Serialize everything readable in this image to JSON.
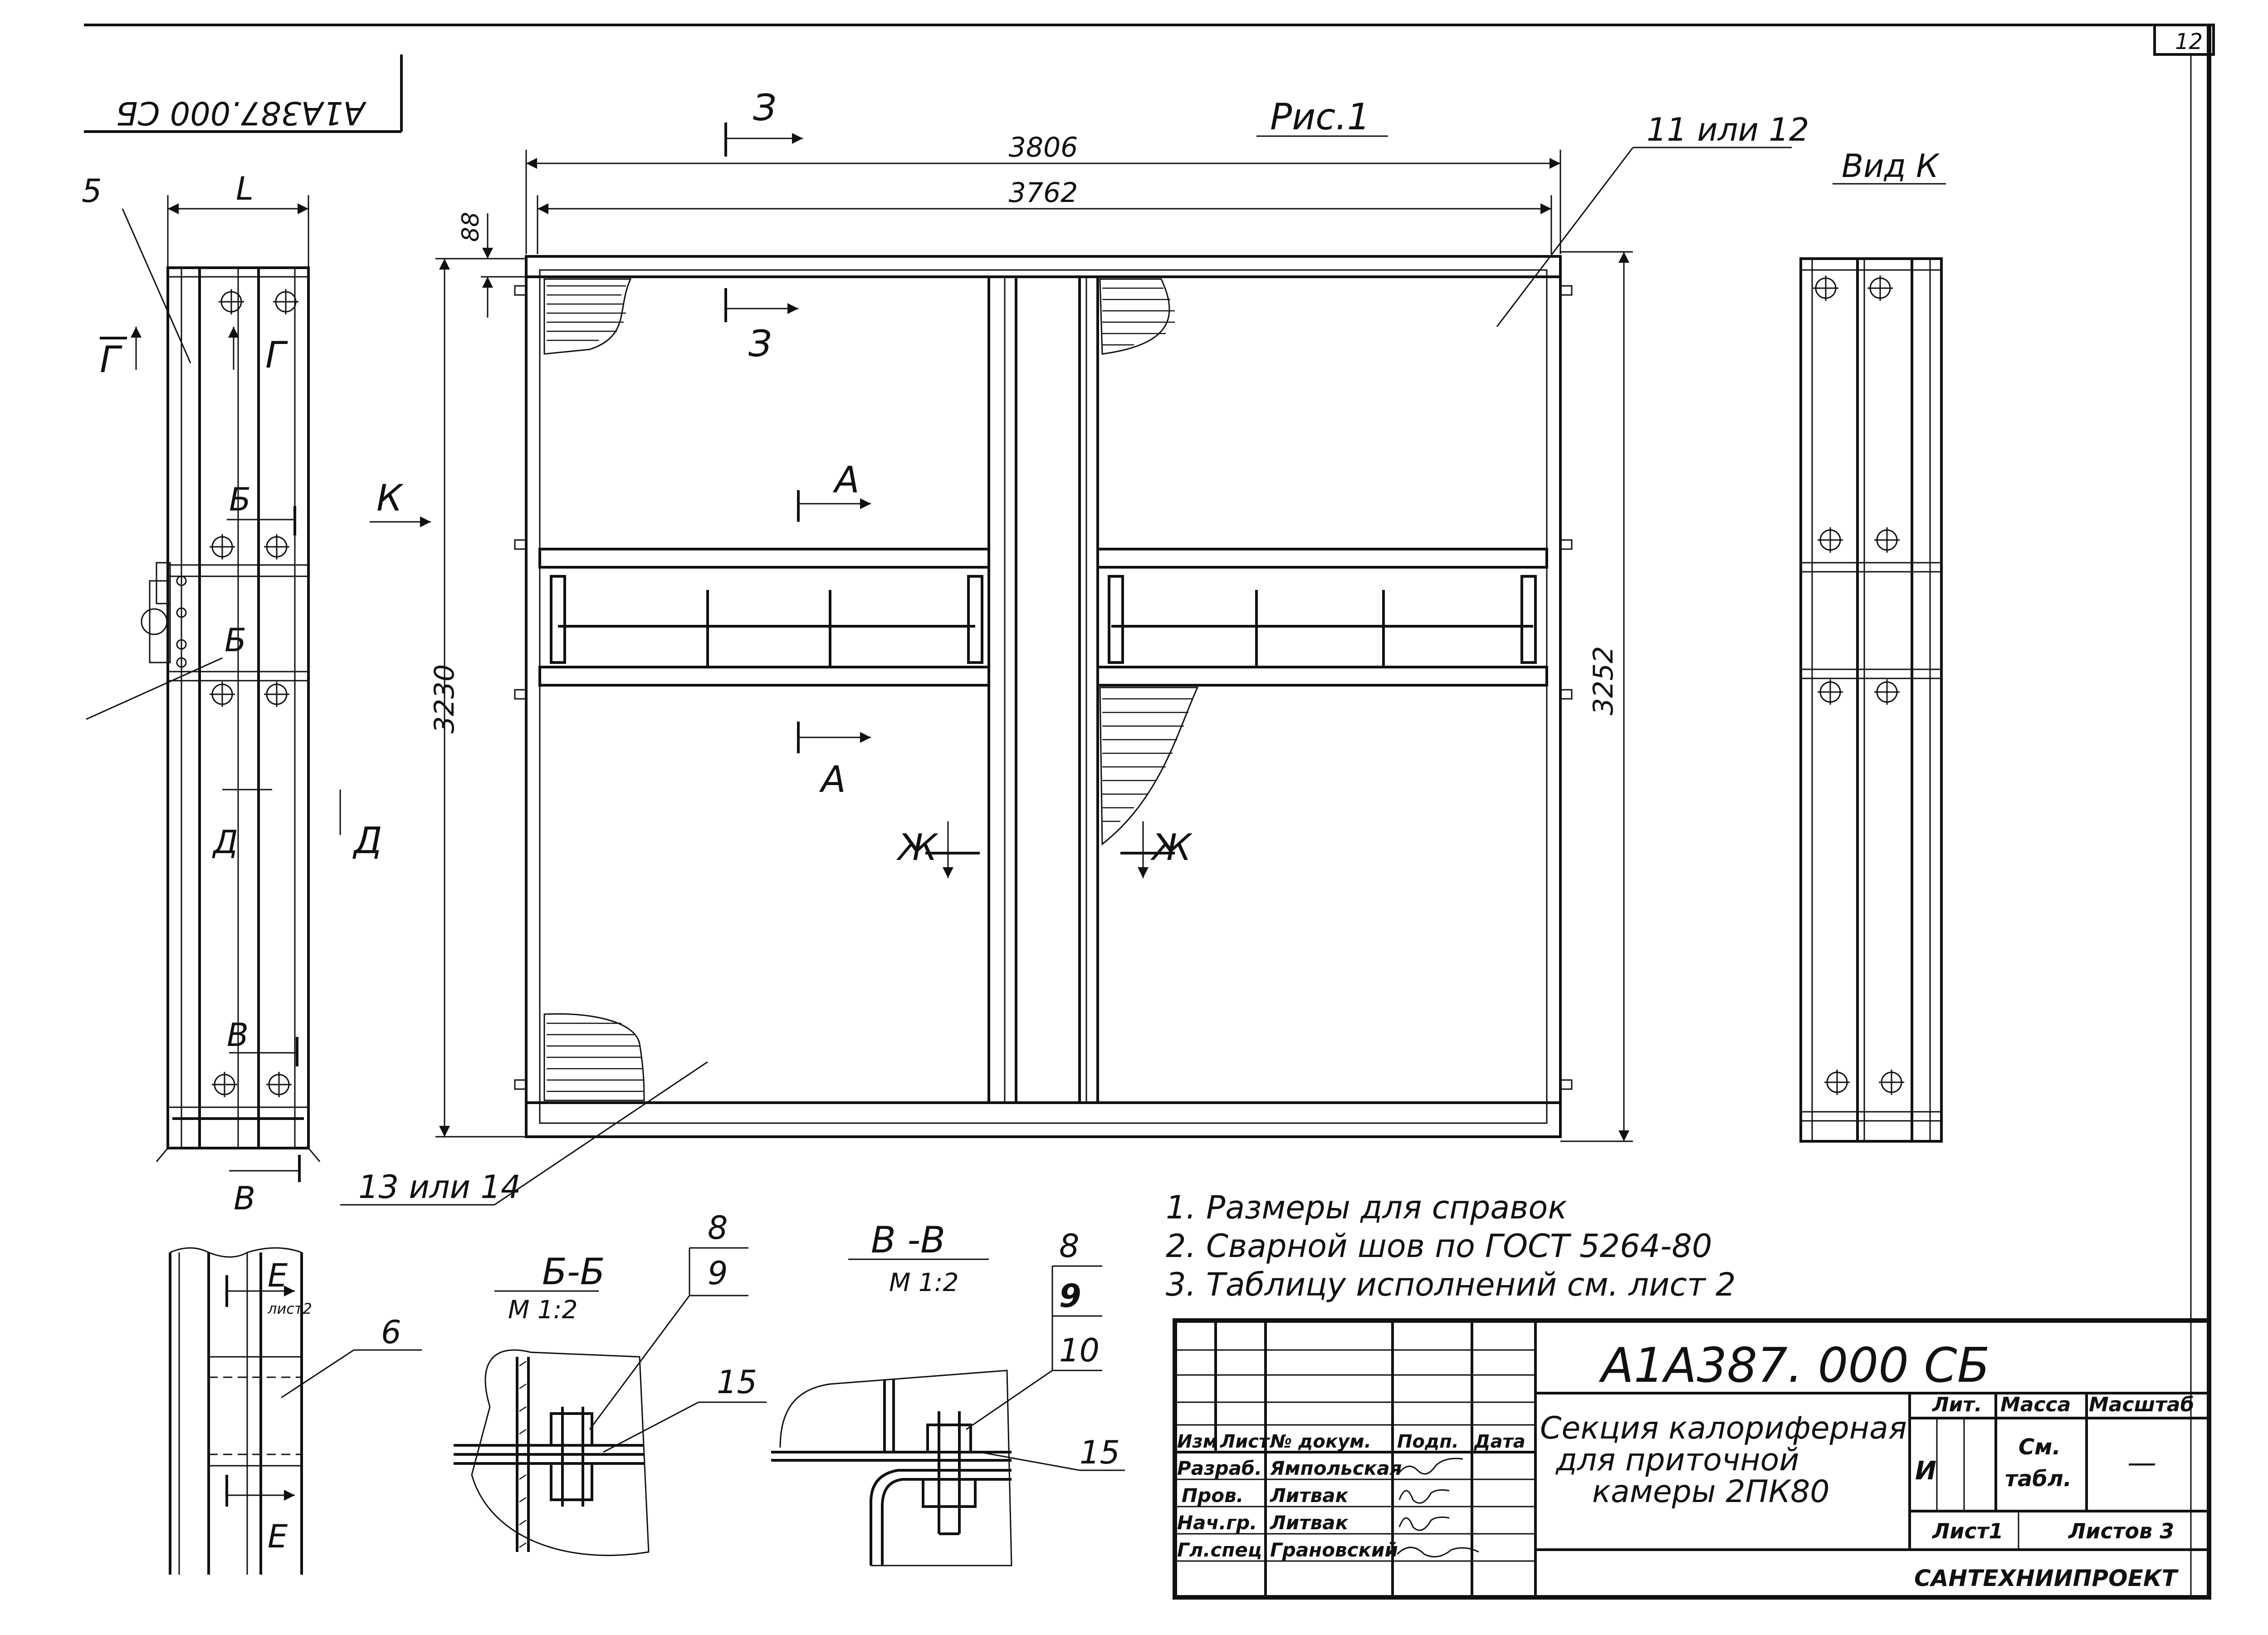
{
  "sheet": {
    "page_number": "12",
    "code_rotated": "А1А387.000 СБ",
    "figure_label": "Рис.1",
    "view_k_label": "Вид К"
  },
  "dimensions": {
    "overall_width": "3806",
    "inner_width": "3762",
    "top_offset": "88",
    "height_left": "3230",
    "height_right": "3252",
    "side_width": "L"
  },
  "section_marks": {
    "z": "З",
    "a": "А",
    "zh": "Ж",
    "k": "К",
    "g": "Г",
    "b": "Б",
    "v": "В",
    "d": "Д",
    "e": "Е",
    "e_sheet": "лист2"
  },
  "callouts": {
    "item_5": "5",
    "item_6": "6",
    "item_8": "8",
    "item_9": "9",
    "item_10": "10",
    "item_15": "15",
    "item_11_12": "11 или 12",
    "item_13_14": "13 или 14"
  },
  "details": {
    "section_bb": "Б-Б",
    "section_bb_scale": "М 1:2",
    "section_vv": "В -В",
    "section_vv_scale": "М 1:2"
  },
  "notes": [
    "1. Размеры для справок",
    "2. Сварной шов по ГОСТ 5264-80",
    "3. Таблицу исполнений см. лист 2"
  ],
  "title_block": {
    "designation": "А1А387. 000 СБ",
    "title_lines": [
      "Секция калориферная",
      "для приточной",
      "камеры 2ПК80"
    ],
    "headers": [
      "Изм",
      "Лист",
      "№ докум.",
      "Подп.",
      "Дата"
    ],
    "roles": [
      "Разраб.",
      "Пров.",
      "Нач.гр.",
      "Гл.спец"
    ],
    "names": [
      "Ямпольская",
      "Литвак",
      "Литвак",
      "Грановский"
    ],
    "lit_header": "Лит.",
    "mass_header": "Масса",
    "scale_header": "Масштаб",
    "lit_value": "И",
    "mass_value_1": "См.",
    "mass_value_2": "табл.",
    "scale_value": "—",
    "sheet": "Лист1",
    "sheets": "Листов 3",
    "organization": "САНТЕХНИИПРОЕКТ"
  }
}
